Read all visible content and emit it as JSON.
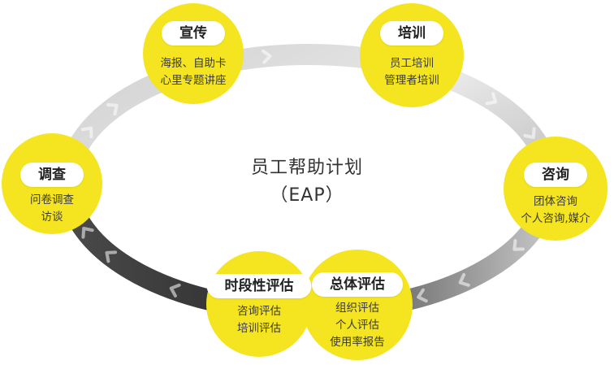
{
  "title": "员工帮助计划",
  "subtitle": "（EAP）",
  "colors": {
    "node_fill": "#f4e520",
    "ring_light": "#e6e6e6",
    "ring_dark": "#3c3c3c",
    "pill_fill": "#ffffff"
  },
  "nodes": [
    {
      "id": "xuanchuan",
      "label": "宣传",
      "lines": [
        "海报、自助卡",
        "心里专题讲座"
      ]
    },
    {
      "id": "peixun",
      "label": "培训",
      "lines": [
        "员工培训",
        "管理者培训"
      ]
    },
    {
      "id": "zixun",
      "label": "咨询",
      "lines": [
        "团体咨询",
        "个人咨询,媒介"
      ]
    },
    {
      "id": "zongti",
      "label": "总体评估",
      "lines": [
        "组织评估",
        "个人评估",
        "使用率报告"
      ]
    },
    {
      "id": "shiduan",
      "label": "时段性评估",
      "lines": [
        "咨询评估",
        "培训评估"
      ]
    },
    {
      "id": "diaocha",
      "label": "调查",
      "lines": [
        "问卷调查",
        "访谈"
      ]
    }
  ]
}
